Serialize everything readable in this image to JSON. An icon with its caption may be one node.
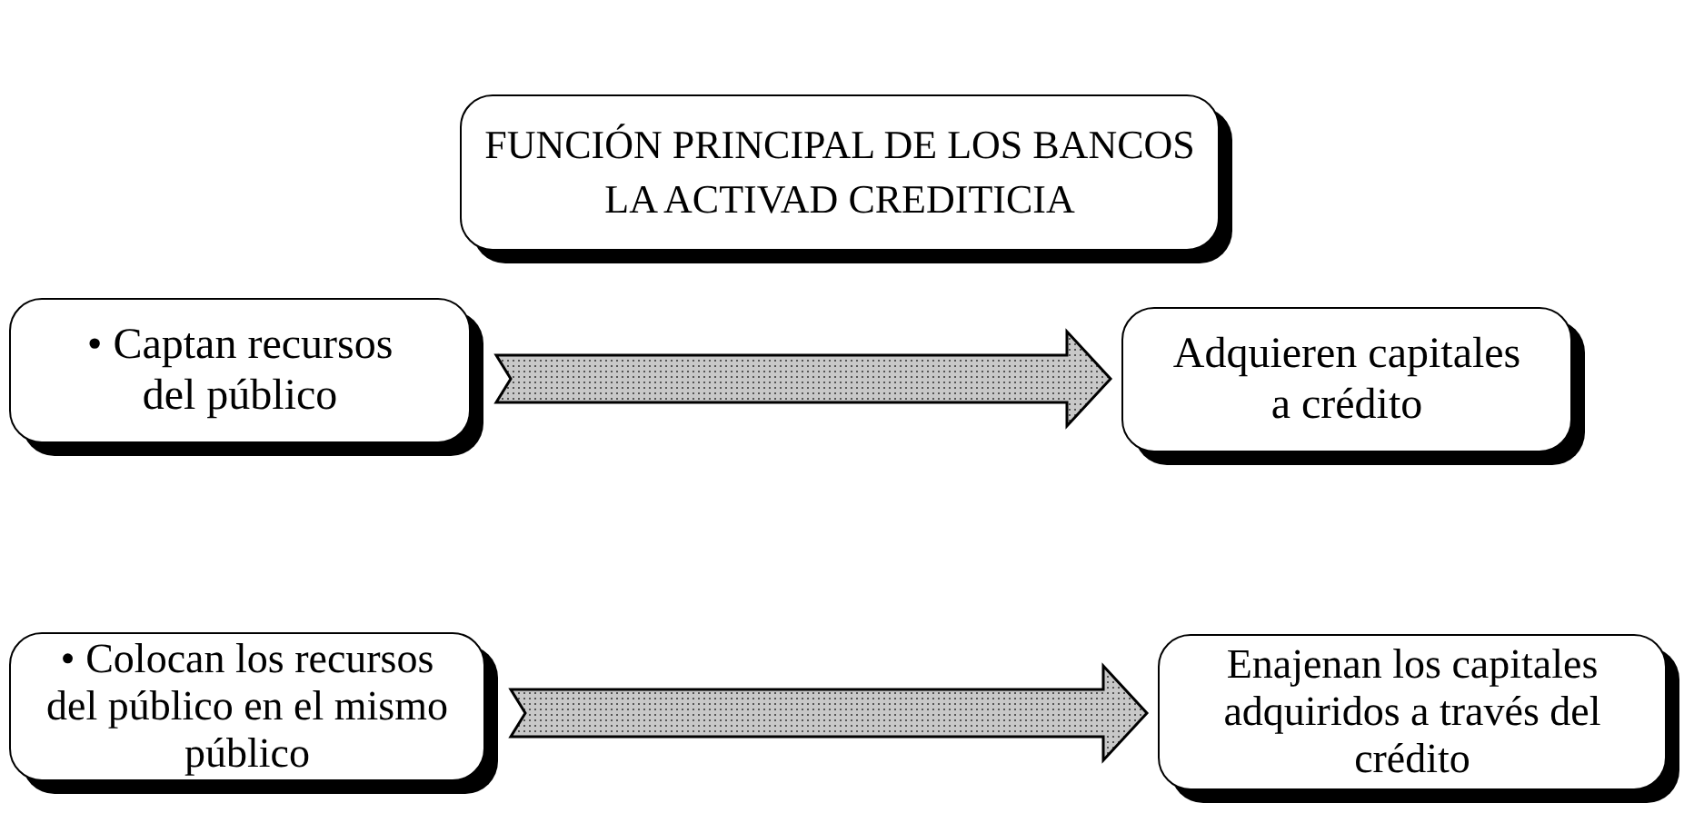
{
  "diagram": {
    "nodes": [
      {
        "text": [
          "FUNCIÓN PRINCIPAL DE LOS BANCOS LA ACTIVAD CREDITICIA"
        ]
      },
      {
        "text": [
          "• Captan recursos del público"
        ]
      },
      {
        "text": [
          "Adquieren capitales a crédito"
        ]
      },
      {
        "text": [
          "• Colocan los recursos del público en el mismo público"
        ]
      },
      {
        "text": [
          "Enajenan los capitales adquiridos a través del crédito"
        ]
      }
    ],
    "edges": [
      {
        "from": 1,
        "to": 2,
        "arrow": "to"
      },
      {
        "from": 3,
        "to": 4,
        "arrow": "to"
      }
    ]
  }
}
